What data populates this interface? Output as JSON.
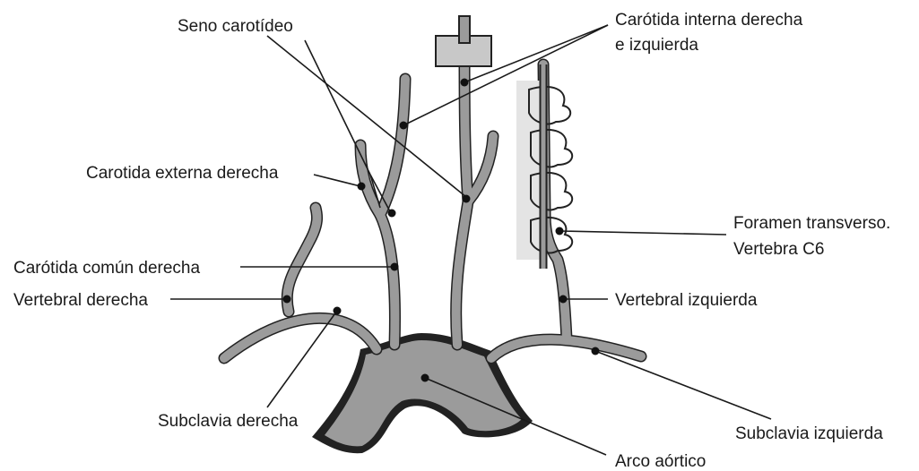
{
  "labels": {
    "seno_carotideo": "Seno carotídeo",
    "carotida_interna_1": "Carótida interna derecha",
    "carotida_interna_2": "e izquierda",
    "carotida_externa": "Carotida externa derecha",
    "foramen_1": "Foramen transverso.",
    "foramen_2": "Vertebra C6",
    "carotida_comun": "Carótida común derecha",
    "vertebral_derecha": "Vertebral derecha",
    "vertebral_izquierda": "Vertebral izquierda",
    "subclavia_derecha": "Subclavia derecha",
    "subclavia_izquierda": "Subclavia izquierda",
    "arco_aortico": "Arco aórtico"
  },
  "colors": {
    "vessel": "#9b9b9b",
    "outline": "#222222",
    "text": "#1a1a1a"
  }
}
